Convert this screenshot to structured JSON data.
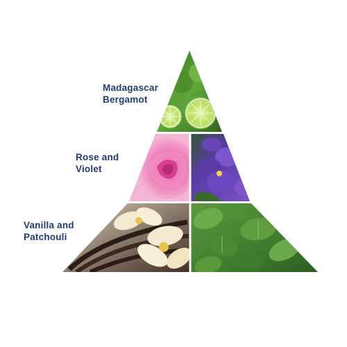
{
  "notes": {
    "top": {
      "label": "Madagascar\nBergamot",
      "image": "bergamot-citrus-photo"
    },
    "middle": {
      "label": "Rose and\nViolet",
      "images": [
        "pink-rose-photo",
        "purple-violet-photo"
      ]
    },
    "bottom": {
      "label": "Vanilla and\nPatchouli",
      "images": [
        "vanilla-flower-pods-photo",
        "patchouli-leaves-photo"
      ]
    }
  },
  "colors": {
    "label_text": "#1f3a7a",
    "bergamot_green": "#5ea83a",
    "rose_pink": "#e57ab6",
    "violet_purple": "#5a3aa8",
    "vanilla_cream": "#f2e6c2",
    "vanilla_pod": "#3d2a22",
    "patchouli_green": "#3f7a2e"
  }
}
